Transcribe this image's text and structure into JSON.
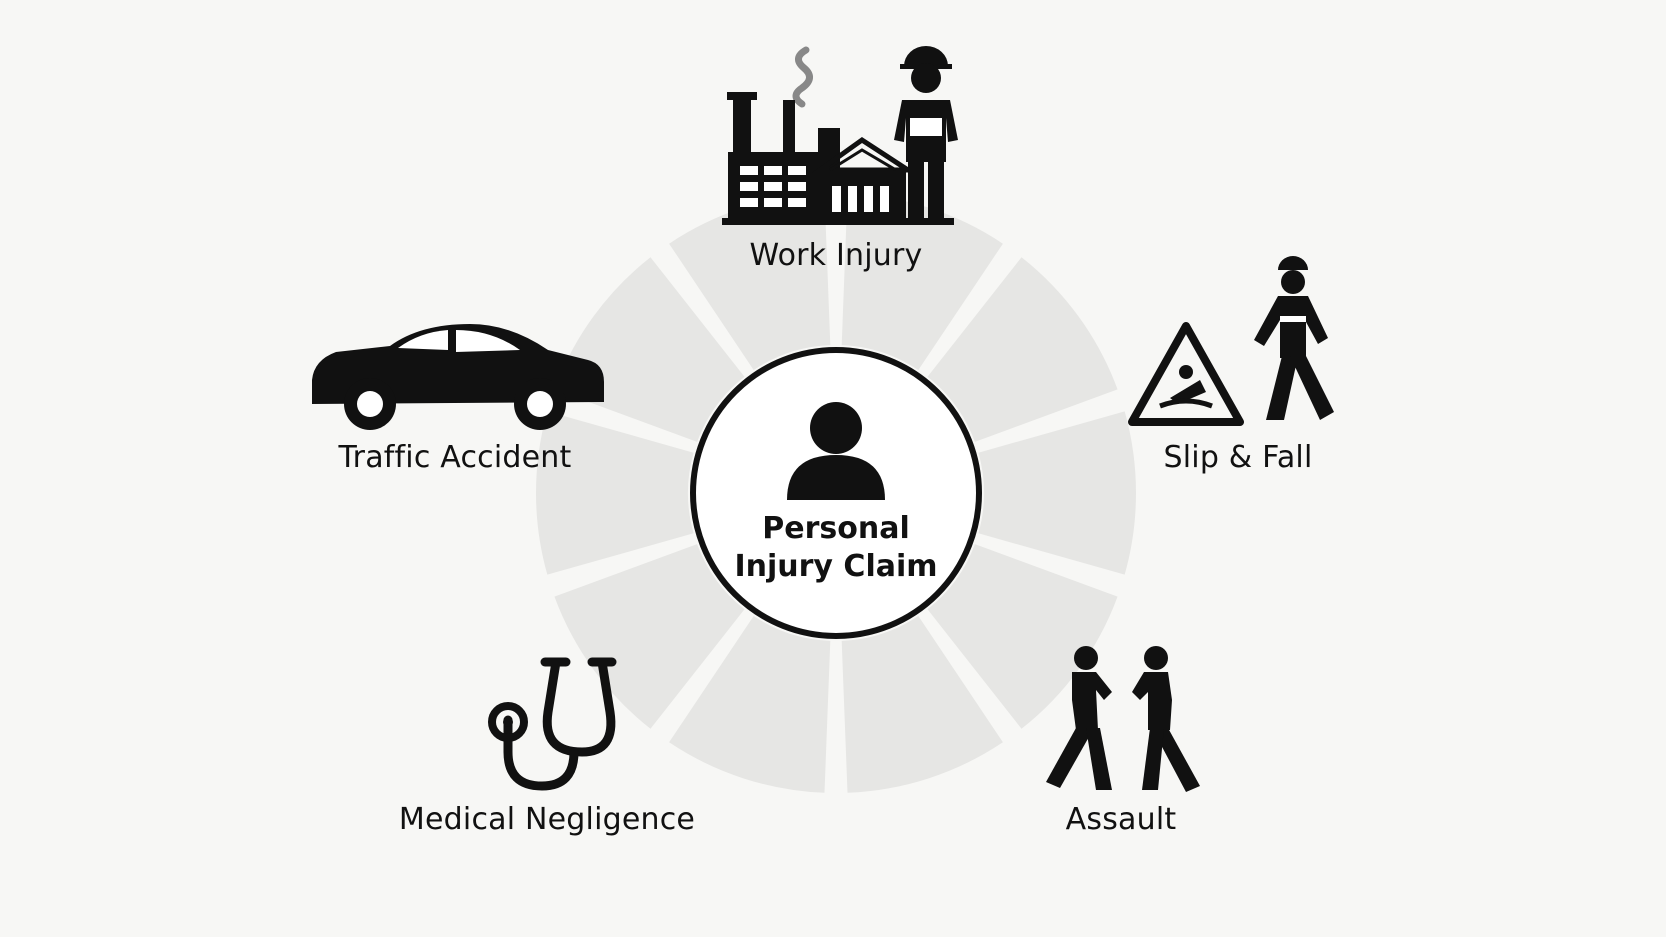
{
  "center": {
    "line1": "Personal",
    "line2": "Injury Claim",
    "icon": "person-icon"
  },
  "categories": [
    {
      "id": "work-injury",
      "label": "Work Injury",
      "icon": "factory-worker-icon"
    },
    {
      "id": "slip-fall",
      "label": "Slip & Fall",
      "icon": "warning-sign-walker-icon"
    },
    {
      "id": "assault",
      "label": "Assault",
      "icon": "fighting-people-icon"
    },
    {
      "id": "medical-negligence",
      "label": "Medical Negligence",
      "icon": "stethoscope-icon"
    },
    {
      "id": "traffic-accident",
      "label": "Traffic Accident",
      "icon": "car-icon"
    }
  ],
  "colors": {
    "background": "#f7f7f5",
    "segment": "#e6e6e4",
    "ink": "#111111"
  }
}
